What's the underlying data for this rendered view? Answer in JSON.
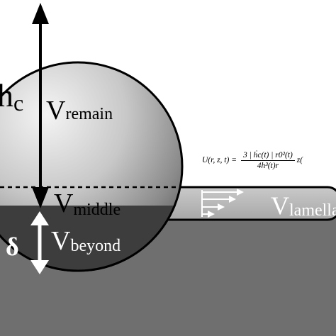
{
  "labels": {
    "hc_main": "h",
    "hc_sub": "c",
    "v_remain_main": "V",
    "v_remain_sub": "remain",
    "v_middle_main": "V",
    "v_middle_sub": "middle",
    "v_beyond_main": "V",
    "v_beyond_sub": "beyond",
    "v_lamella_main": "V",
    "v_lamella_sub": "lamella",
    "delta": "δ"
  },
  "formula": {
    "lhs": "U(r, z, t) =",
    "numerator": "3 | ḣc(t) | r0²(t)",
    "denominator": "4h³(t)r",
    "tail": "z("
  },
  "colors": {
    "substrate": "#6e6e6e",
    "droplet_dark": "#3a3a3a",
    "droplet_light": "#f2f2f2",
    "lamella": "#b9b9b9",
    "beyond_region": "#3c3c3c"
  }
}
